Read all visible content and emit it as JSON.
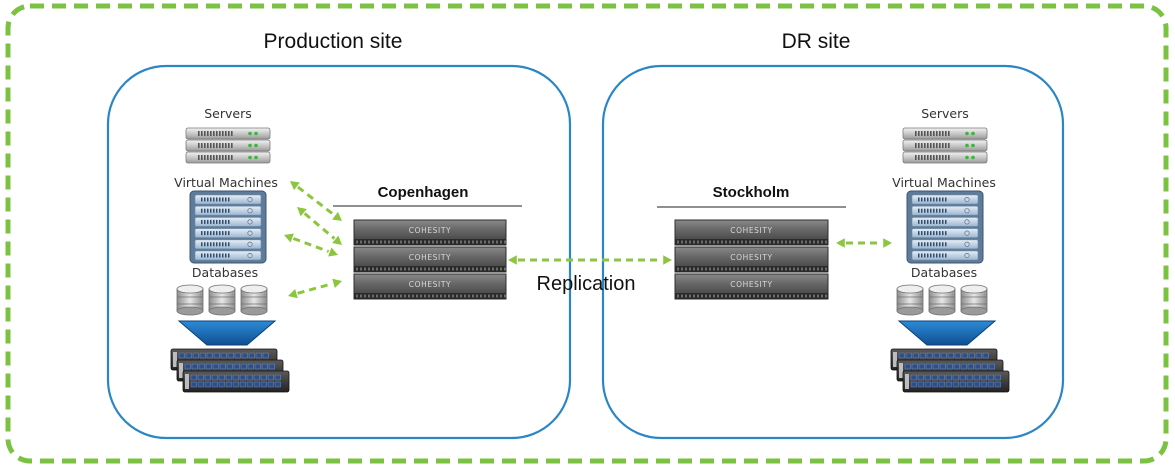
{
  "production": {
    "title": "Production site",
    "servers": "Servers",
    "vms": "Virtual Machines",
    "databases": "Databases",
    "cluster": "Copenhagen"
  },
  "dr": {
    "title": "DR site",
    "servers": "Servers",
    "vms": "Virtual Machines",
    "databases": "Databases",
    "cluster": "Stockholm"
  },
  "replication": "Replication",
  "appliance_brand": "COHESITY",
  "colors": {
    "outer_border": "#7cc242",
    "site_border": "#2a86c5",
    "arrows": "#8cc63f",
    "funnel": "#1b6fb5",
    "appliance": "#5f5f5f"
  }
}
